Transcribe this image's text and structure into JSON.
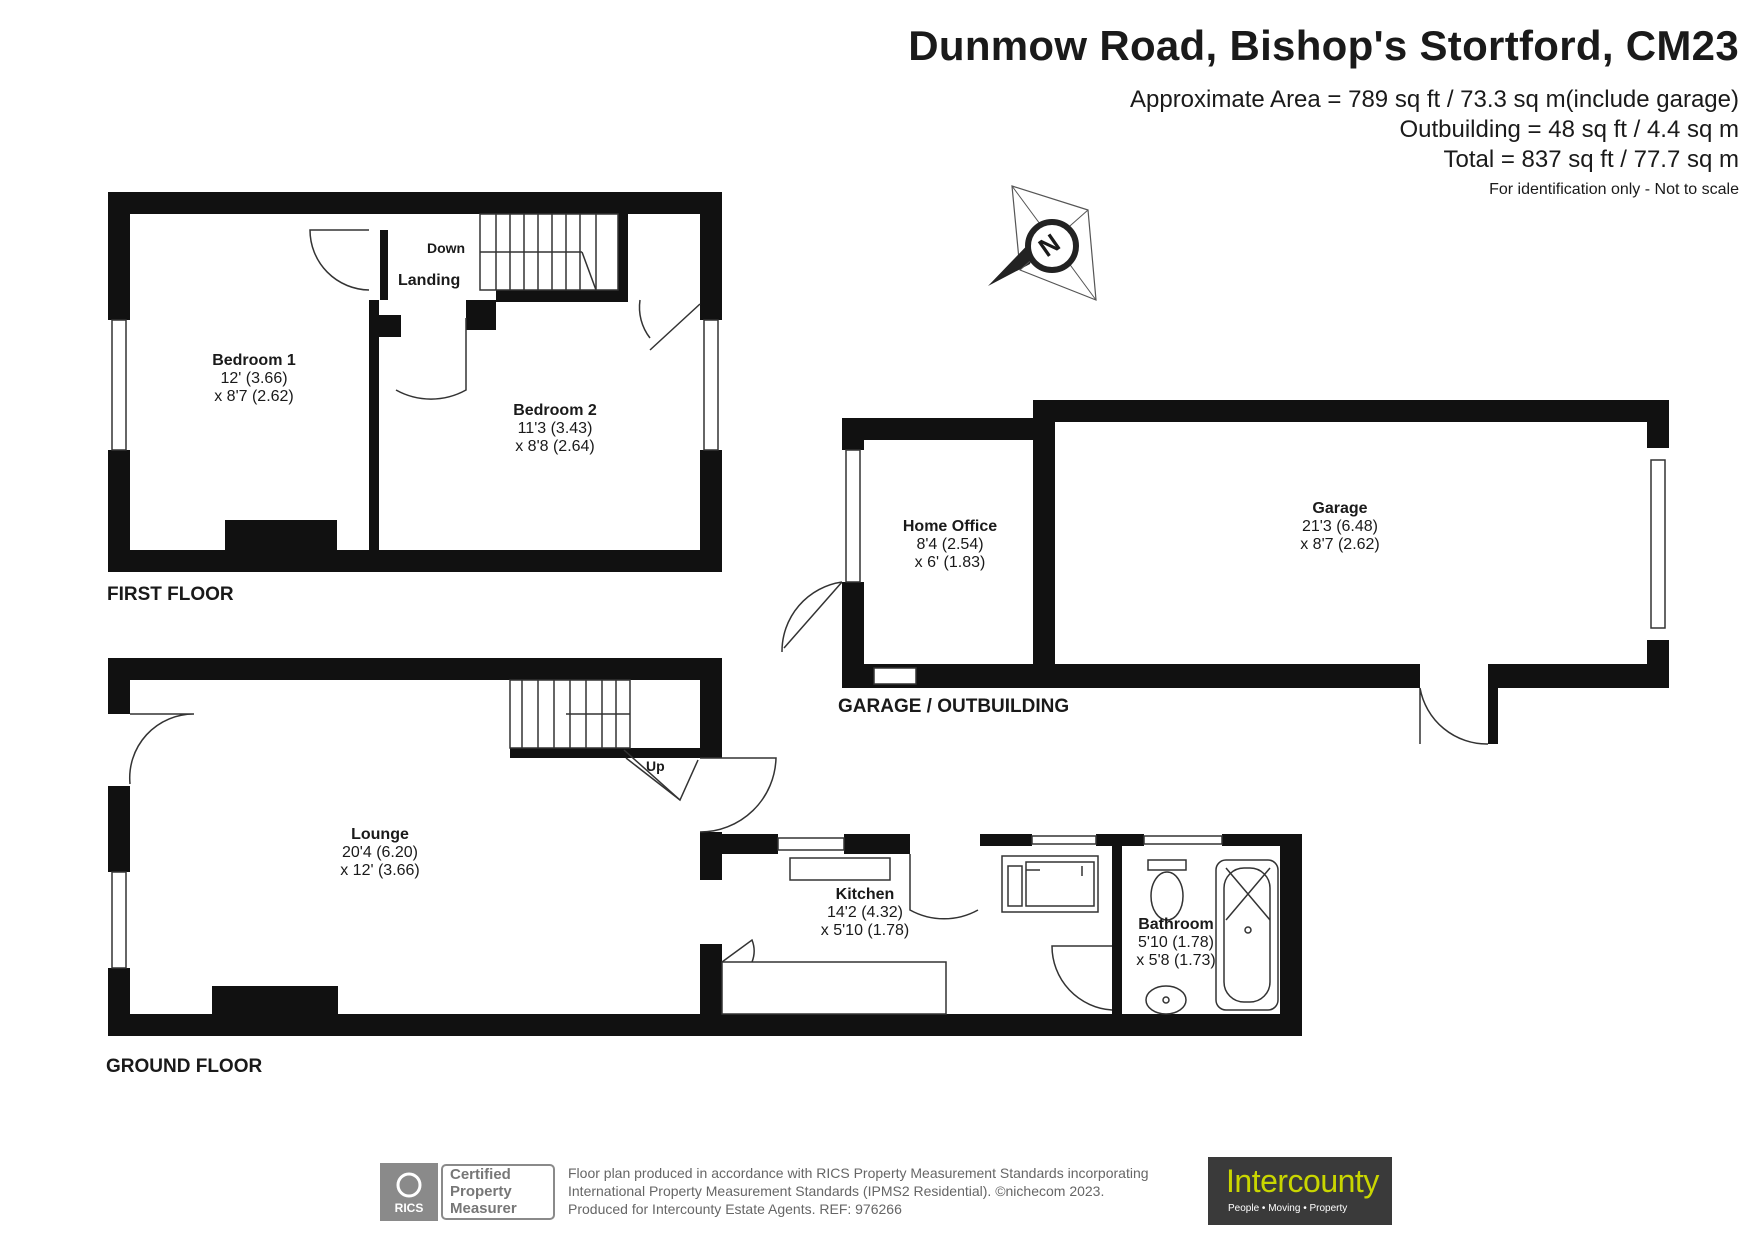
{
  "header": {
    "title": "Dunmow Road, Bishop's Stortford, CM23",
    "area_main": "Approximate Area = 789 sq ft / 73.3 sq m(include garage)",
    "area_outbuilding": "Outbuilding = 48 sq ft / 4.4 sq m",
    "area_total": "Total = 837 sq ft / 77.7 sq m",
    "disclaimer": "For identification only - Not to scale"
  },
  "compass": {
    "letter": "N"
  },
  "first_floor": {
    "label": "FIRST FLOOR",
    "bedroom1": {
      "name": "Bedroom 1",
      "dim1": "12' (3.66)",
      "dim2": "x 8'7 (2.62)"
    },
    "bedroom2": {
      "name": "Bedroom 2",
      "dim1": "11'3 (3.43)",
      "dim2": "x 8'8 (2.64)"
    },
    "landing": {
      "name": "Landing"
    },
    "stairs": {
      "label": "Down"
    }
  },
  "outbuilding": {
    "label": "GARAGE / OUTBUILDING",
    "home_office": {
      "name": "Home Office",
      "dim1": "8'4 (2.54)",
      "dim2": "x 6' (1.83)"
    },
    "garage": {
      "name": "Garage",
      "dim1": "21'3 (6.48)",
      "dim2": "x 8'7 (2.62)"
    }
  },
  "ground_floor": {
    "label": "GROUND FLOOR",
    "lounge": {
      "name": "Lounge",
      "dim1": "20'4 (6.20)",
      "dim2": "x 12' (3.66)"
    },
    "kitchen": {
      "name": "Kitchen",
      "dim1": "14'2 (4.32)",
      "dim2": "x 5'10 (1.78)"
    },
    "bathroom": {
      "name": "Bathroom",
      "dim1": "5'10 (1.78)",
      "dim2": "x 5'8 (1.73)"
    },
    "stairs": {
      "label": "Up"
    }
  },
  "footer": {
    "rics_word": "RICS",
    "cert_line1": "Certified",
    "cert_line2": "Property",
    "cert_line3": "Measurer",
    "line1": "Floor plan produced in accordance with RICS Property Measurement Standards incorporating",
    "line2": "International Property Measurement Standards (IPMS2 Residential).   ©nichecom 2023.",
    "line3": "Produced for Intercounty Estate Agents.   REF:  976266",
    "logo_brand": "Intercounty",
    "logo_tagline": "People • Moving • Property"
  },
  "colors": {
    "wall": "#111111",
    "logo_bg": "#3a3a3a",
    "logo_accent": "#c9d600"
  }
}
